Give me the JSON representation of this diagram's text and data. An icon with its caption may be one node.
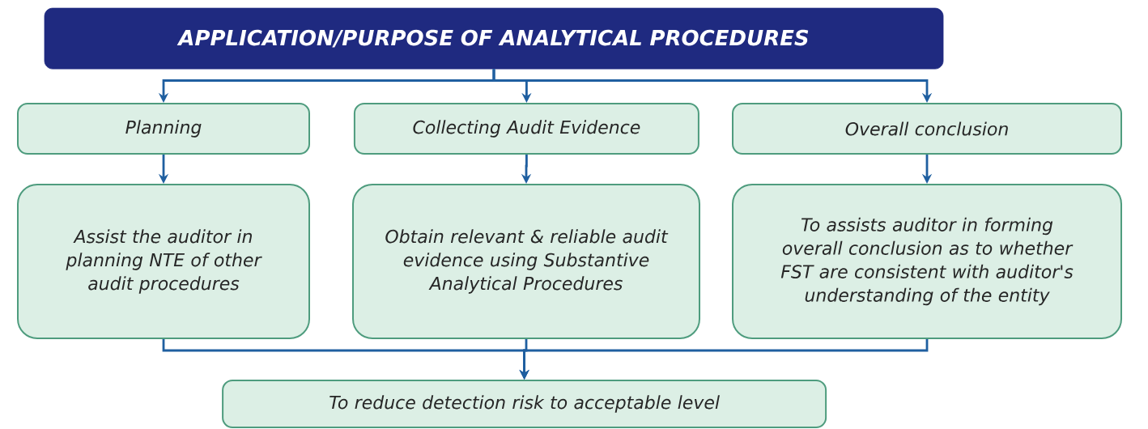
{
  "diagram": {
    "nodes": [
      {
        "text": [
          "APPLICATION/PURPOSE OF ANALYTICAL PROCEDURES"
        ]
      },
      {
        "text": [
          "Planning"
        ]
      },
      {
        "text": [
          "Collecting Audit Evidence"
        ]
      },
      {
        "text": [
          "Overall conclusion"
        ]
      },
      {
        "text": [
          "Assist the auditor in planning NTE of other audit procedures"
        ]
      },
      {
        "text": [
          "Obtain relevant & reliable audit evidence using Substantive Analytical Procedures"
        ]
      },
      {
        "text": [
          "To assists auditor in forming overall conclusion as to whether FST are consistent with auditor's understanding of the entity"
        ]
      },
      {
        "text": [
          "To reduce detection risk to acceptable level"
        ]
      }
    ],
    "edges": [
      {
        "from": 0,
        "to": 1,
        "arrow": "to"
      },
      {
        "from": 0,
        "to": 2,
        "arrow": "to"
      },
      {
        "from": 0,
        "to": 3,
        "arrow": "to"
      },
      {
        "from": 1,
        "to": 4,
        "arrow": "to"
      },
      {
        "from": 2,
        "to": 5,
        "arrow": "to"
      },
      {
        "from": 3,
        "to": 6,
        "arrow": "to"
      },
      {
        "from": 4,
        "to": 7,
        "arrow": "to"
      },
      {
        "from": 5,
        "to": 7,
        "arrow": "to"
      },
      {
        "from": 6,
        "to": 7,
        "arrow": "to"
      }
    ]
  }
}
